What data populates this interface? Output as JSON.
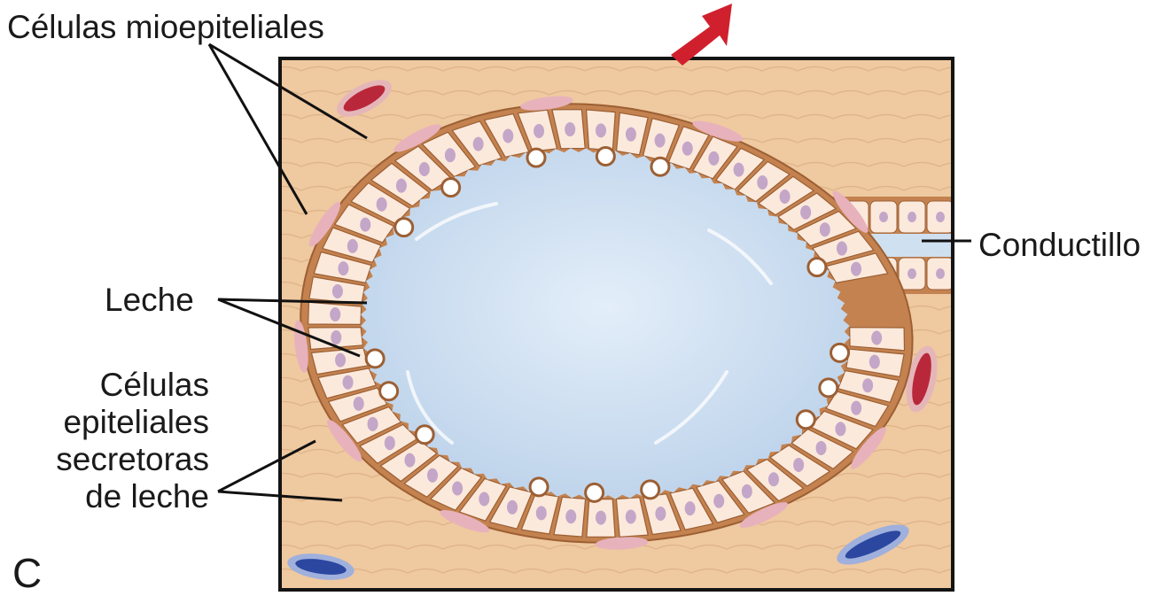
{
  "labels": {
    "myoepithelial": "Células mioepiteliales",
    "duct": "Conductillo",
    "milk": "Leche",
    "secretory": [
      "Células",
      "epiteliales",
      "secretoras",
      "de leche"
    ],
    "panel": "C"
  },
  "colors": {
    "stroma": "#efc9a0",
    "stroma_fiber": "#cfa077",
    "membrane": "#c3824f",
    "membrane_dark": "#9c5f33",
    "epithelial_cell": "#fbe9dc",
    "nucleus": "#c4a6c8",
    "myoepithelial_cell": "#e7b2bc",
    "lumen": "#cfe0f0",
    "lumen_highlight": "#ffffff",
    "red_vessel": "#b9283a",
    "blue_vessel": "#2b47a0",
    "arrow": "#d0202e",
    "border": "#141414",
    "leader_line": "#111111"
  }
}
